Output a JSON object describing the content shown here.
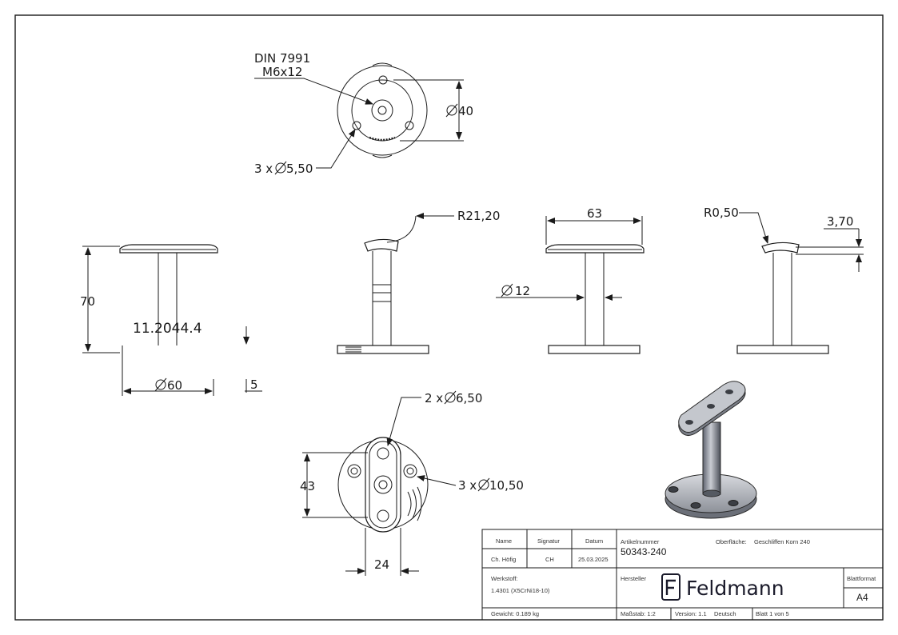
{
  "drawing": {
    "top_view": {
      "thread_label_line1": "DIN 7991",
      "thread_label_line2": "M6x12",
      "diameter_40": "40",
      "holes_label": "3 x ",
      "holes_value": "5,50"
    },
    "side_view_1": {
      "height_70": "70",
      "part_number": "11.2044.4",
      "diameter_60": "60",
      "thickness_5": "5"
    },
    "side_view_2": {
      "radius_label": "R21,20"
    },
    "side_view_3": {
      "width_63": "63",
      "diameter_12": "12"
    },
    "side_view_4": {
      "radius_label": "R0,50",
      "depth_label": "3,70"
    },
    "bottom_view": {
      "slot_label_prefix": "2 x ",
      "slot_label_value": "6,50",
      "hole_label_prefix": "3 x ",
      "hole_label_value": "10,50",
      "height_43": "43",
      "width_24": "24"
    }
  },
  "title_block": {
    "col_name": "Name",
    "col_signature": "Signatur",
    "col_date": "Datum",
    "name": "Ch. Höfig",
    "signature": "CH",
    "date": "25.03.2025",
    "article_label": "Artikelnummer",
    "article_number": "50343-240",
    "surface_label": "Oberfläche:",
    "surface_value": "Geschliffen Korn 240",
    "material_label": "Werkstoff:",
    "material_value": "1.4301 (X5CrNi18-10)",
    "manufacturer_label": "Hersteller",
    "company": "Feldmann",
    "sheet_format_label": "Blattformat",
    "sheet_format": "A4",
    "weight": "Gewicht: 0.189 kg",
    "scale": "Maßstab: 1:2",
    "version": "Version: 1.1",
    "language": "Deutsch",
    "sheet": "Blatt 1 von 5"
  }
}
